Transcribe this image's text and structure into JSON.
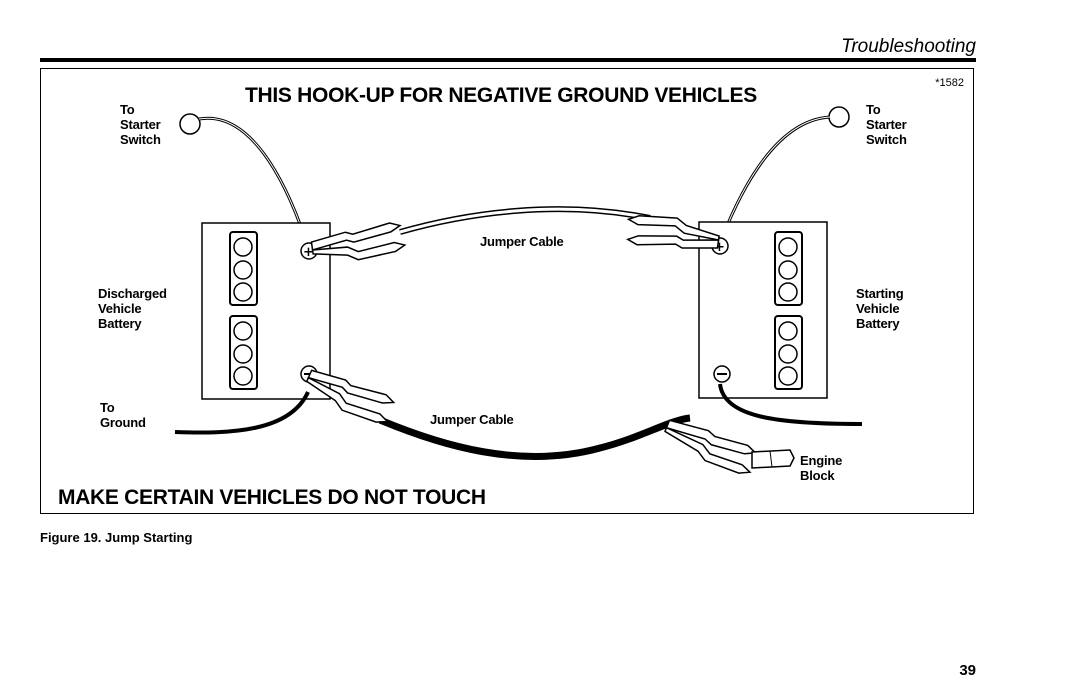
{
  "header": {
    "section_title": "Troubleshooting"
  },
  "figure": {
    "title": "THIS HOOK-UP FOR NEGATIVE GROUND VEHICLES",
    "figure_number": "*1582",
    "labels": {
      "to_starter_switch_left": "To\nStarter\nSwitch",
      "to_starter_switch_right": "To\nStarter\nSwitch",
      "discharged_battery": "Discharged\nVehicle\nBattery",
      "starting_battery": "Starting\nVehicle\nBattery",
      "to_ground": "To\nGround",
      "jumper_cable_top": "Jumper Cable",
      "jumper_cable_bottom": "Jumper Cable",
      "engine_block": "Engine\nBlock"
    },
    "warning": "MAKE CERTAIN VEHICLES DO NOT TOUCH",
    "caption": "Figure 19. Jump Starting"
  },
  "page_number": "39"
}
